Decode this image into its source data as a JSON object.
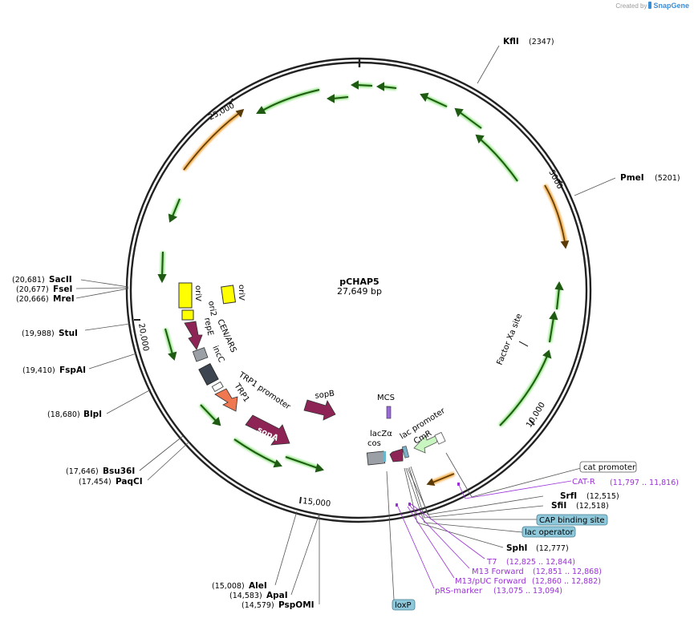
{
  "credit": {
    "prefix": "Created by",
    "brand": "SnapGene"
  },
  "plasmid": {
    "name": "pCHAP5",
    "size": "27,649 bp"
  },
  "ticks": [
    {
      "label": "5000",
      "bp": 5000
    },
    {
      "label": "10,000",
      "bp": 10000
    },
    {
      "label": "15,000",
      "bp": 15000
    },
    {
      "label": "20,000",
      "bp": 20000
    },
    {
      "label": "25,000",
      "bp": 25000
    }
  ],
  "enzymes": [
    {
      "name": "KflI",
      "pos": "(2347)"
    },
    {
      "name": "PmeI",
      "pos": "(5201)"
    },
    {
      "name": "SrfI",
      "pos": "(12,515)"
    },
    {
      "name": "SfiI",
      "pos": "(12,518)"
    },
    {
      "name": "SphI",
      "pos": "(12,777)"
    },
    {
      "name": "AleI",
      "pos": "(15,008)"
    },
    {
      "name": "ApaI",
      "pos": "(14,583)"
    },
    {
      "name": "PspOMI",
      "pos": "(14,579)"
    },
    {
      "name": "Bsu36I",
      "pos": "(17,646)"
    },
    {
      "name": "PaqCI",
      "pos": "(17,454)"
    },
    {
      "name": "BlpI",
      "pos": "(18,680)"
    },
    {
      "name": "FspAI",
      "pos": "(19,410)"
    },
    {
      "name": "StuI",
      "pos": "(19,988)"
    },
    {
      "name": "SacII",
      "pos": "(20,681)"
    },
    {
      "name": "FseI",
      "pos": "(20,677)"
    },
    {
      "name": "MreI",
      "pos": "(20,666)"
    }
  ],
  "primers": [
    {
      "name": "CAT-R",
      "range": "(11,797 .. 11,816)"
    },
    {
      "name": "T7",
      "range": "(12,825 .. 12,844)"
    },
    {
      "name": "M13 Forward",
      "range": "(12,851 .. 12,868)"
    },
    {
      "name": "M13/pUC Forward",
      "range": "(12,860 .. 12,882)"
    },
    {
      "name": "pRS-marker",
      "range": "(13,075 .. 13,094)"
    }
  ],
  "boxed": {
    "cat_promoter": "cat promoter",
    "cap_site": "CAP binding site",
    "lac_operator": "lac operator",
    "loxp": "loxP"
  },
  "features": {
    "oriV_a": "oriV",
    "oriV_b": "oriV",
    "ori2": "ori2",
    "repE": "repE",
    "cen_ars": "CEN/ARS",
    "incC": "incC",
    "trp1_promoter": "TRP1 promoter",
    "trp1": "TRP1",
    "sopA": "sopA",
    "sopB": "sopB",
    "mcs": "MCS",
    "lacZa": "lacZα",
    "cos": "cos",
    "lac_promoter": "lac promoter",
    "cmr": "CmR",
    "factor_xa": "Factor Xa site"
  },
  "colors": {
    "orf": "#7de06d",
    "orf_dark": "#1f5a12",
    "orange": "#f0a030",
    "origin": "#ffff00",
    "sopA": "#8e2456",
    "grey": "#9aa0a6",
    "dark": "#3d4550",
    "trp1": "#f07850",
    "cmr": "#c8f5c0",
    "primer": "#9b30d8",
    "box_blue": "#8ec8da"
  }
}
